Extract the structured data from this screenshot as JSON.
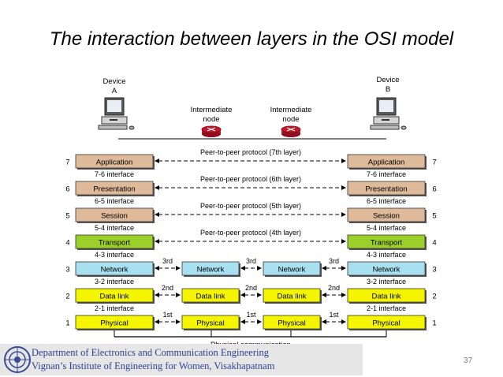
{
  "title": "The interaction between layers in the OSI model",
  "devices": {
    "a": {
      "line1": "Device",
      "line2": "A"
    },
    "b": {
      "line1": "Device",
      "line2": "B"
    },
    "node1": {
      "line1": "Intermediate",
      "line2": "node"
    },
    "node2": {
      "line1": "Intermediate",
      "line2": "node"
    }
  },
  "layers": [
    {
      "num": "7",
      "name": "Application",
      "color": "#deb99a"
    },
    {
      "num": "6",
      "name": "Presentation",
      "color": "#deb99a"
    },
    {
      "num": "5",
      "name": "Session",
      "color": "#deb99a"
    },
    {
      "num": "4",
      "name": "Transport",
      "color": "#9ccf2a"
    },
    {
      "num": "3",
      "name": "Network",
      "color": "#a8e0f0"
    },
    {
      "num": "2",
      "name": "Data link",
      "color": "#f5f500"
    },
    {
      "num": "1",
      "name": "Physical",
      "color": "#f5f500"
    }
  ],
  "interfaces": [
    "7-6 interface",
    "6-5 interface",
    "5-4 interface",
    "4-3 interface",
    "3-2 interface",
    "2-1 interface"
  ],
  "peer_protocols": [
    "Peer-to-peer protocol (7th layer)",
    "Peer-to-peer protocol (6th layer)",
    "Peer-to-peer protocol (5th layer)",
    "Peer-to-peer protocol (4th layer)"
  ],
  "hop_labels": {
    "network": "3rd",
    "datalink": "2nd",
    "physical": "1st"
  },
  "physical_communication": "Physical communication",
  "footer": {
    "line1": "Department of Electronics and Communication Engineering",
    "line2": "Vignan’s Institute of Engineering for Women, Visakhapatnam"
  },
  "page_number": "37",
  "colors": {
    "router": "#c0192c",
    "footer_text": "#2f3f8f"
  }
}
